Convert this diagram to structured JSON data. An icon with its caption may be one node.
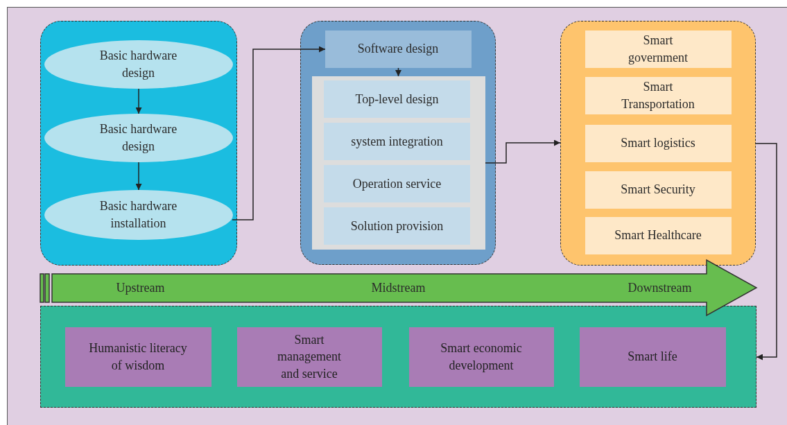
{
  "diagram": {
    "nodes": [
      {
        "text": [],
        "shape": "box"
      },
      {
        "text": [
          "Basic hardware design"
        ],
        "in": 0
      },
      {
        "text": [
          "Basic hardware design"
        ],
        "in": 0
      },
      {
        "text": [
          "Basic hardware installation"
        ],
        "in": 0
      },
      {
        "text": [],
        "shape": "box"
      },
      {
        "text": [
          "Software design"
        ],
        "in": 4
      },
      {
        "text": [],
        "shape": "box",
        "in": 4
      },
      {
        "text": [
          "Top-level design"
        ],
        "in": 6
      },
      {
        "text": [
          "system integration"
        ],
        "in": 6
      },
      {
        "text": [
          "Operation service"
        ],
        "in": 6
      },
      {
        "text": [
          "Solution provision"
        ],
        "in": 6
      },
      {
        "text": [],
        "shape": "box"
      },
      {
        "text": [
          "Smart government"
        ],
        "in": 11
      },
      {
        "text": [
          "Smart Transportation"
        ],
        "in": 11
      },
      {
        "text": [
          "Smart logistics"
        ],
        "in": 11
      },
      {
        "text": [
          "Smart Security"
        ],
        "in": 11
      },
      {
        "text": [
          "Smart Healthcare"
        ],
        "in": 11
      },
      {
        "text": [
          "Upstream",
          "Midstream",
          "Downstream"
        ]
      },
      {
        "text": [],
        "shape": "box"
      },
      {
        "text": [
          "Humanistic literacy of wisdom"
        ],
        "in": 18
      },
      {
        "text": [
          "Smart management and service"
        ],
        "in": 18
      },
      {
        "text": [
          "Smart economic development"
        ],
        "in": 18
      },
      {
        "text": [
          "Smart life"
        ],
        "in": 18
      }
    ],
    "edges": [
      {
        "from": 1,
        "to": 2,
        "arrow": "to"
      },
      {
        "from": 2,
        "to": 3,
        "arrow": "to"
      },
      {
        "from": 3,
        "to": 5,
        "arrow": "to"
      },
      {
        "from": 5,
        "to": 6,
        "arrow": "to"
      },
      {
        "from": 6,
        "to": 11,
        "arrow": "to"
      },
      {
        "from": 11,
        "to": 18,
        "arrow": "to"
      }
    ]
  }
}
